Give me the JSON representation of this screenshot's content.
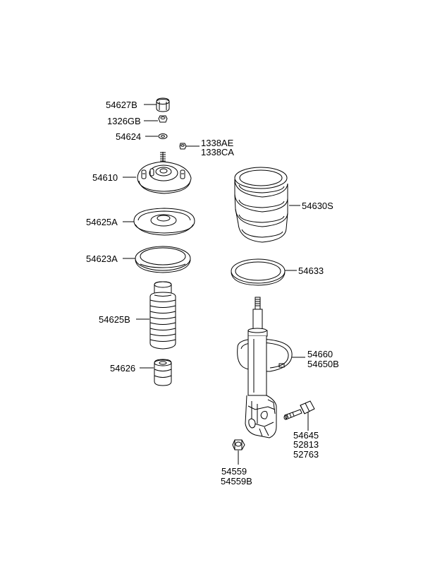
{
  "labels": {
    "p54627b": "54627B",
    "p1326gb": "1326GB",
    "p54624": "54624",
    "p1338ae": "1338AE",
    "p1338ca": "1338CA",
    "p54610": "54610",
    "p54630s": "54630S",
    "p54625a": "54625A",
    "p54623a": "54623A",
    "p54633": "54633",
    "p54625b": "54625B",
    "p54660": "54660",
    "p54650b": "54650B",
    "p54626": "54626",
    "p54645": "54645",
    "p52813": "52813",
    "p52763": "52763",
    "p54559": "54559",
    "p54559b": "54559B"
  }
}
